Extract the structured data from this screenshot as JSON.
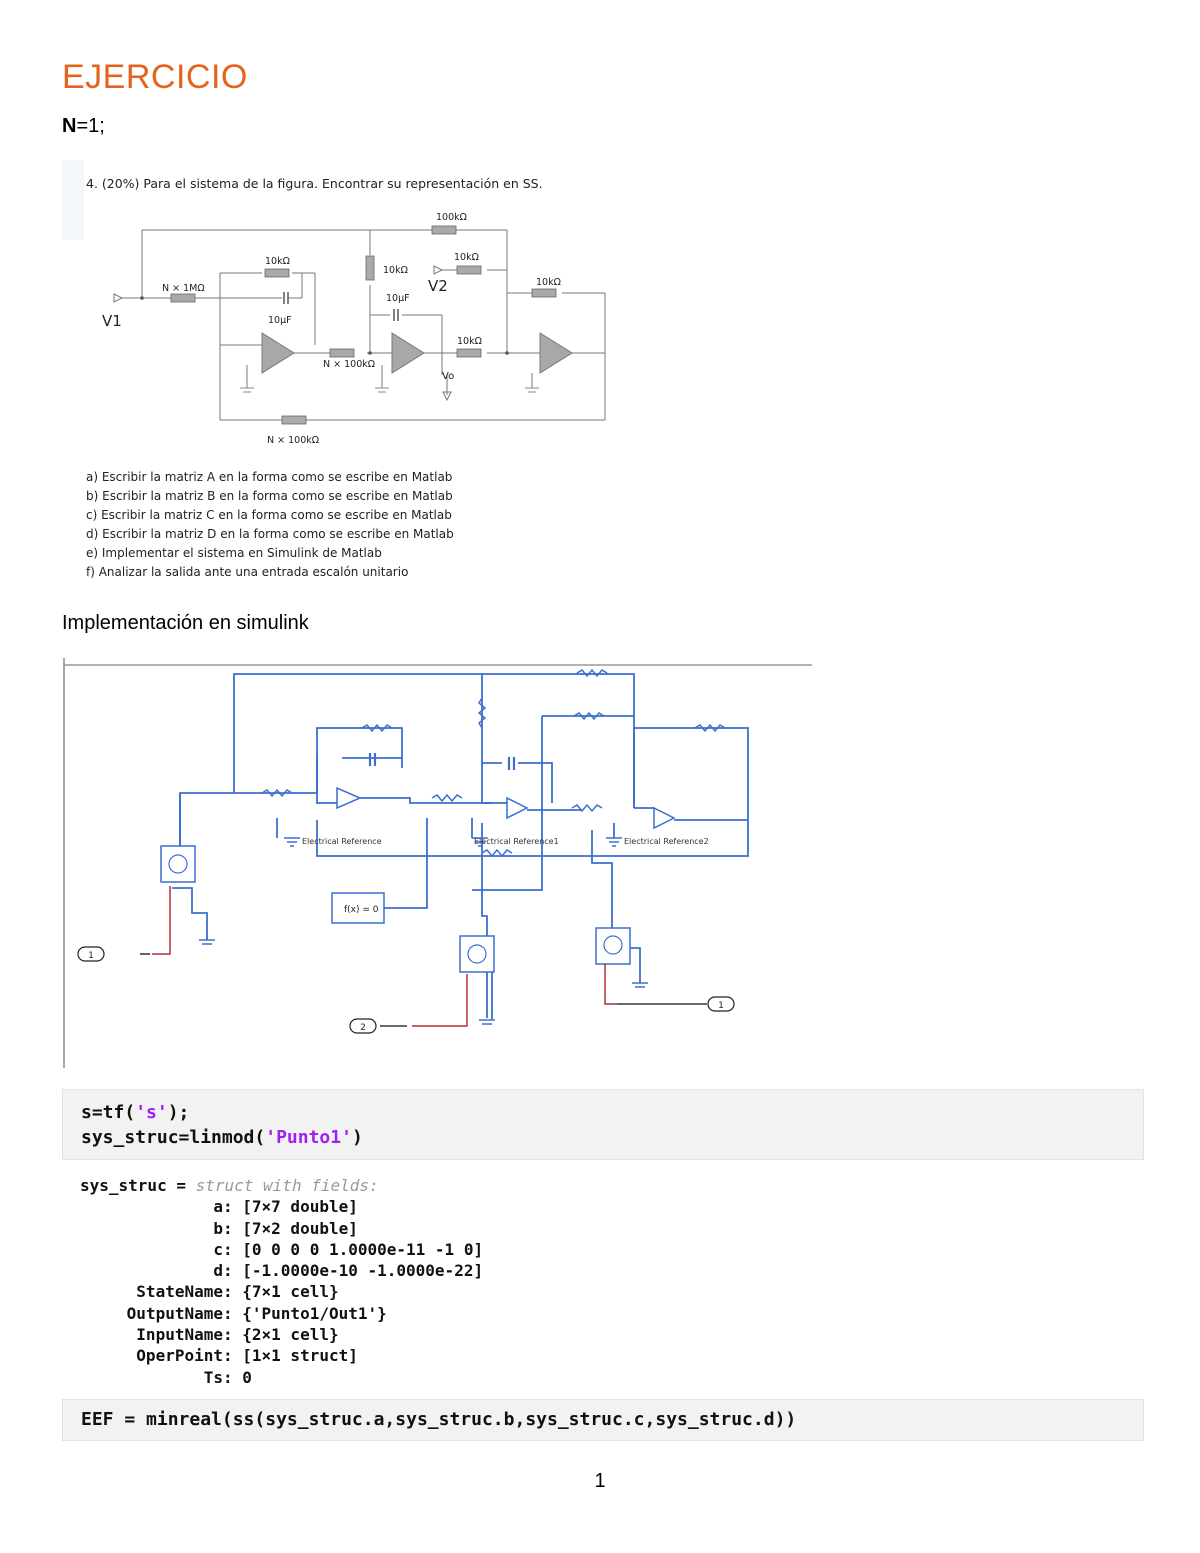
{
  "title": "EJERCICIO",
  "n_line": {
    "label": "N",
    "rest": "=1;"
  },
  "problem": {
    "statement": "4. (20%) Para el sistema de la figura. Encontrar su representación en  SS.",
    "labels": {
      "v1": "V1",
      "v2": "V2",
      "vo": "Vo",
      "r_n_1m": "N × 1MΩ",
      "r_10k_a": "10kΩ",
      "c_10u_a": "10μF",
      "r_n_100k_a": "N × 100kΩ",
      "r_10k_b": "10kΩ",
      "c_10u_b": "10μF",
      "r_100k": "100kΩ",
      "r_10k_c": "10kΩ",
      "r_10k_d": "10kΩ",
      "r_10k_e": "10kΩ",
      "r_n_100k_b": "N × 100kΩ"
    },
    "items": [
      "a) Escribir la matriz A en la forma como se escribe en Matlab",
      "b) Escribir la matriz B en la forma como se escribe en Matlab",
      "c) Escribir la matriz C en la forma como se escribe en Matlab",
      "d) Escribir la matriz D en la forma como se escribe en Matlab",
      "e) Implementar el sistema en Simulink de Matlab",
      "f) Analizar la salida ante una entrada escalón unitario"
    ]
  },
  "section_heading": "Implementación en simulink",
  "simulink": {
    "ref0": "Electrical Reference",
    "ref1": "Electrical Reference1",
    "ref2": "Electrical Reference2",
    "solver": "f(x) = 0",
    "in1": "1",
    "in2": "2",
    "out1": "1"
  },
  "code1": {
    "line1_a": "s=tf(",
    "line1_str": "'s'",
    "line1_b": ");",
    "line2_a": "sys_struc=linmod(",
    "line2_str": "'Punto1'",
    "line2_b": ")"
  },
  "output": {
    "var": "sys_struc",
    "eq": " = ",
    "type": "struct with fields:",
    "fields": [
      {
        "key": "a",
        "value": "[7×7 double]"
      },
      {
        "key": "b",
        "value": "[7×2 double]"
      },
      {
        "key": "c",
        "value": "[0 0 0 0 1.0000e-11 -1 0]"
      },
      {
        "key": "d",
        "value": "[-1.0000e-10 -1.0000e-22]"
      },
      {
        "key": "StateName",
        "value": "{7×1 cell}"
      },
      {
        "key": "OutputName",
        "value": "{'Punto1/Out1'}"
      },
      {
        "key": "InputName",
        "value": "{2×1 cell}"
      },
      {
        "key": "OperPoint",
        "value": "[1×1 struct]"
      },
      {
        "key": "Ts",
        "value": "0"
      }
    ]
  },
  "code2": "EEF = minreal(ss(sys_struc.a,sys_struc.b,sys_struc.c,sys_struc.d))",
  "page_number": "1",
  "colors": {
    "title": "#e3641c",
    "wire": "#3b6fd0",
    "signal": "#b03030",
    "code_bg": "#f2f2f2",
    "string": "#a020f0"
  }
}
